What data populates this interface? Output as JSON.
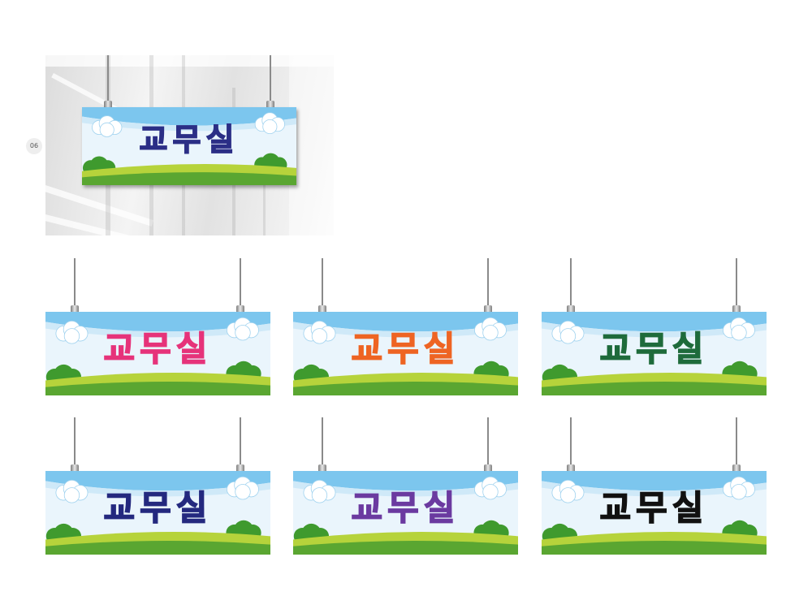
{
  "page_number": "06",
  "photo_sign": {
    "text": "교무실",
    "color": "#2b2e86"
  },
  "variants": [
    {
      "text": "교무실",
      "color": "#e6337a"
    },
    {
      "text": "교무실",
      "color": "#ee6423"
    },
    {
      "text": "교무실",
      "color": "#1e6b3b"
    },
    {
      "text": "교무실",
      "color": "#24297f"
    },
    {
      "text": "교무실",
      "color": "#6b3aa0"
    },
    {
      "text": "교무실",
      "color": "#111111"
    }
  ],
  "colors": {
    "sky": "#7cc6ee",
    "sky_light": "#eaf5fc",
    "grass_light": "#b6d33b",
    "grass_dark": "#5aa631",
    "bush": "#3f9a2e"
  }
}
